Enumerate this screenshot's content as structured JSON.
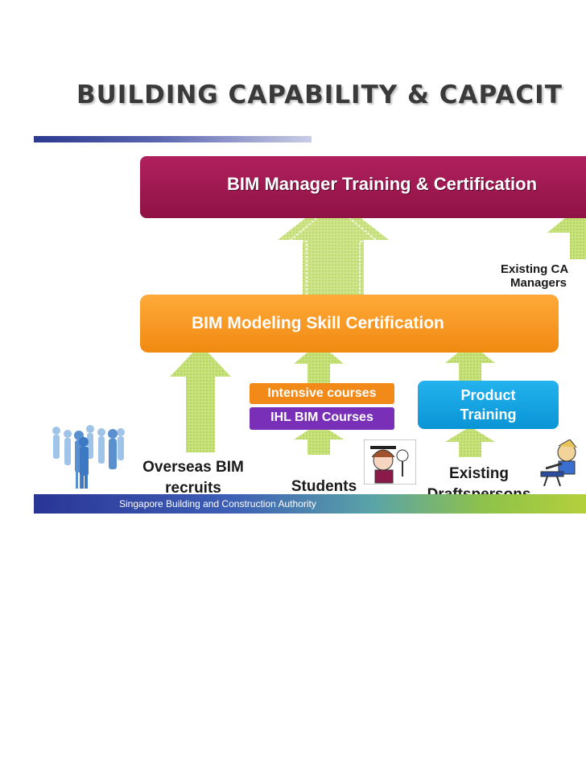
{
  "slide": {
    "title": "BUILDING CAPABILITY & CAPACIT",
    "footer": "Singapore Building and Construction Authority"
  },
  "diagram": {
    "manager_box": "BIM Manager Training & Certification",
    "modeling_box": "BIM Modeling Skill Certification",
    "intensive_courses": "Intensive courses",
    "ihl_courses": "IHL BIM Courses",
    "product_training_line1": "Product",
    "product_training_line2": "Training",
    "existing_cad_line1": "Existing CA",
    "existing_cad_line2": "Managers",
    "overseas_line1": "Overseas BIM",
    "overseas_line2": "recruits",
    "students": "Students",
    "drafts_line1": "Existing",
    "drafts_line2": "Draftspersons"
  },
  "colors": {
    "manager": "#9e1650",
    "modeling": "#f5961f",
    "intensive": "#f28a1a",
    "ihl": "#7a2fb8",
    "product": "#14a3e3",
    "arrow": "#c6e07a"
  },
  "icons": {
    "people": "people-silhouette-icon",
    "student": "student-cartoon-icon",
    "draftsperson": "draftsperson-cartoon-icon"
  }
}
